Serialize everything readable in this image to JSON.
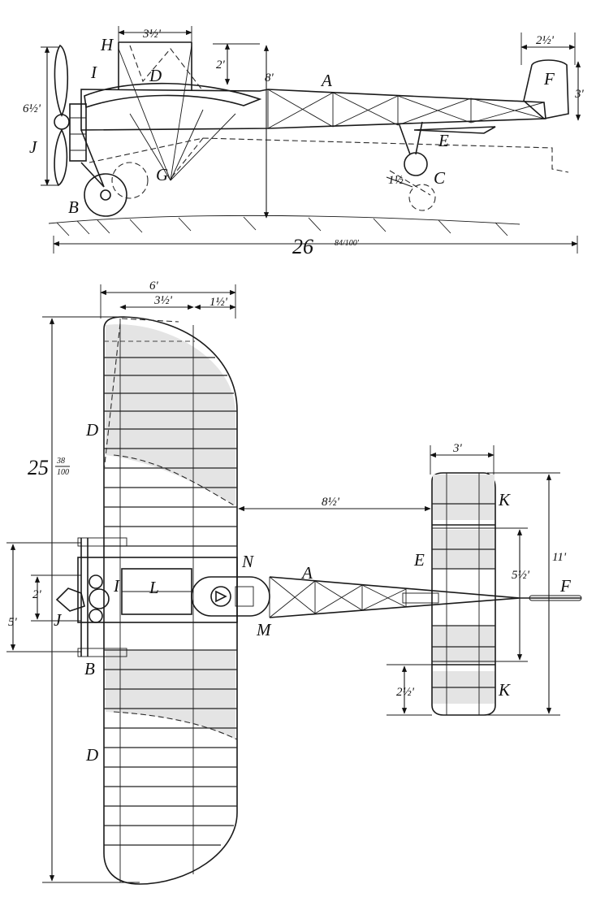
{
  "side_view": {
    "labels": {
      "A": "A",
      "B": "B",
      "C": "C",
      "D": "D",
      "E": "E",
      "F": "F",
      "G": "G",
      "H": "H",
      "I": "I",
      "J": "J"
    },
    "dims": {
      "pylon_width": "3½'",
      "pylon_height": "2'",
      "overall_height": "8'",
      "rudder_width": "2½'",
      "rudder_height": "3'",
      "prop_diameter": "6½'",
      "wheel_small": "1½",
      "overall_length": "26",
      "overall_length_frac": "84/100'"
    }
  },
  "plan_view": {
    "labels": {
      "A": "A",
      "B": "B",
      "D_top": "D",
      "D_bottom": "D",
      "E": "E",
      "F": "F",
      "I": "I",
      "J": "J",
      "K_top": "K",
      "K_bottom": "K",
      "L": "L",
      "M": "M",
      "N": "N"
    },
    "dims": {
      "wing_chord": "6'",
      "chord_front": "3½'",
      "chord_rear": "1½'",
      "span": "25",
      "span_frac_top": "38",
      "span_frac_bottom": "100",
      "gap": "8½'",
      "tail_chord": "3'",
      "tail_span": "11'",
      "elevator_fixed": "5½'",
      "elevator_tip": "2½'",
      "fuselage_width_outer": "5'",
      "fuselage_width_inner": "2'"
    }
  }
}
